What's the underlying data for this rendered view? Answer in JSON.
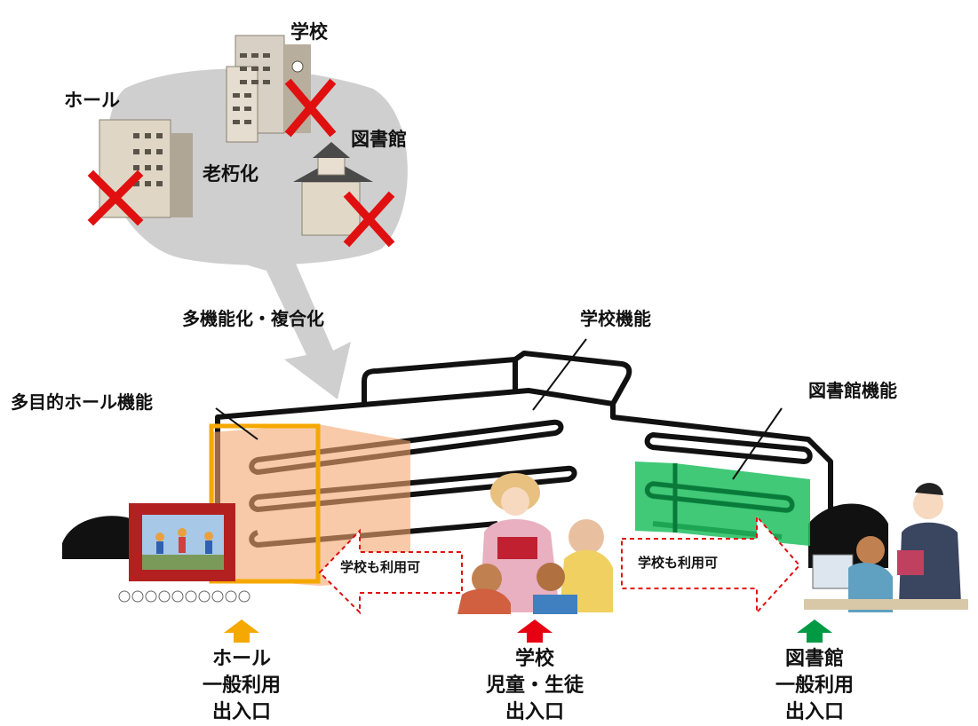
{
  "top_cluster": {
    "school": "学校",
    "hall": "ホール",
    "library": "図書館",
    "aging": "老朽化"
  },
  "transition_label": "多機能化・複合化",
  "functions": {
    "school": "学校機能",
    "hall": "多目的ホール機能",
    "library": "図書館機能"
  },
  "shared_use": {
    "left": "学校も利用可",
    "right": "学校も利用可"
  },
  "entrances": {
    "hall": {
      "line1": "ホール",
      "line2": "一般利用",
      "line3": "出入口"
    },
    "school": {
      "line1": "学校",
      "line2": "児童・生徒",
      "line3": "出入口"
    },
    "library": {
      "line1": "図書館",
      "line2": "一般利用",
      "line3": "出入口"
    }
  },
  "colors": {
    "hall_arrow": "#f5a800",
    "school_arrow": "#e60012",
    "library_arrow": "#009944",
    "cross": "#e01010",
    "hall_overlay": "#f4a770",
    "library_overlay": "#20c060"
  }
}
